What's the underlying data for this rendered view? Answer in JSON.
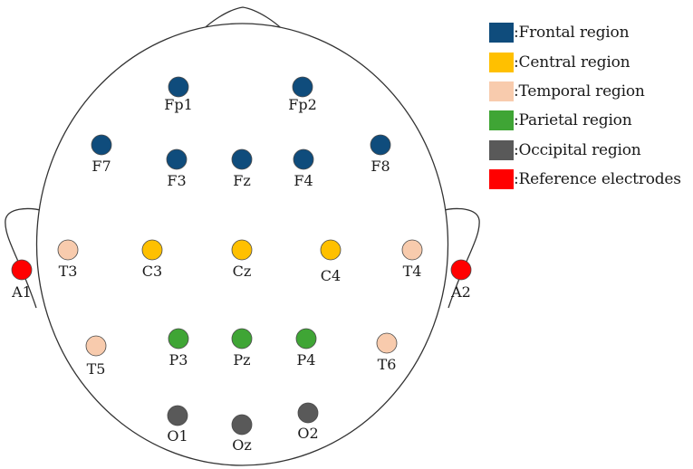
{
  "colors": {
    "frontal": "#0f4c7c",
    "central": "#ffc000",
    "temporal": "#f8cbad",
    "parietal": "#3fa535",
    "occipital": "#595959",
    "reference": "#ff0000"
  },
  "legend": [
    {
      "region": "frontal",
      "label": ":Frontal region"
    },
    {
      "region": "central",
      "label": ":Central region"
    },
    {
      "region": "temporal",
      "label": ":Temporal region"
    },
    {
      "region": "parietal",
      "label": ":Parietal region"
    },
    {
      "region": "occipital",
      "label": ":Occipital region"
    },
    {
      "region": "reference",
      "label": ":Reference electrodes"
    }
  ],
  "electrodes": [
    {
      "name": "Fp1",
      "region": "frontal"
    },
    {
      "name": "Fp2",
      "region": "frontal"
    },
    {
      "name": "F7",
      "region": "frontal"
    },
    {
      "name": "F3",
      "region": "frontal"
    },
    {
      "name": "Fz",
      "region": "frontal"
    },
    {
      "name": "F4",
      "region": "frontal"
    },
    {
      "name": "F8",
      "region": "frontal"
    },
    {
      "name": "T3",
      "region": "temporal"
    },
    {
      "name": "C3",
      "region": "central"
    },
    {
      "name": "Cz",
      "region": "central"
    },
    {
      "name": "C4",
      "region": "central"
    },
    {
      "name": "T4",
      "region": "temporal"
    },
    {
      "name": "A1",
      "region": "reference"
    },
    {
      "name": "A2",
      "region": "reference"
    },
    {
      "name": "T5",
      "region": "temporal"
    },
    {
      "name": "P3",
      "region": "parietal"
    },
    {
      "name": "Pz",
      "region": "parietal"
    },
    {
      "name": "P4",
      "region": "parietal"
    },
    {
      "name": "T6",
      "region": "temporal"
    },
    {
      "name": "O1",
      "region": "occipital"
    },
    {
      "name": "Oz",
      "region": "occipital"
    },
    {
      "name": "O2",
      "region": "occipital"
    }
  ]
}
